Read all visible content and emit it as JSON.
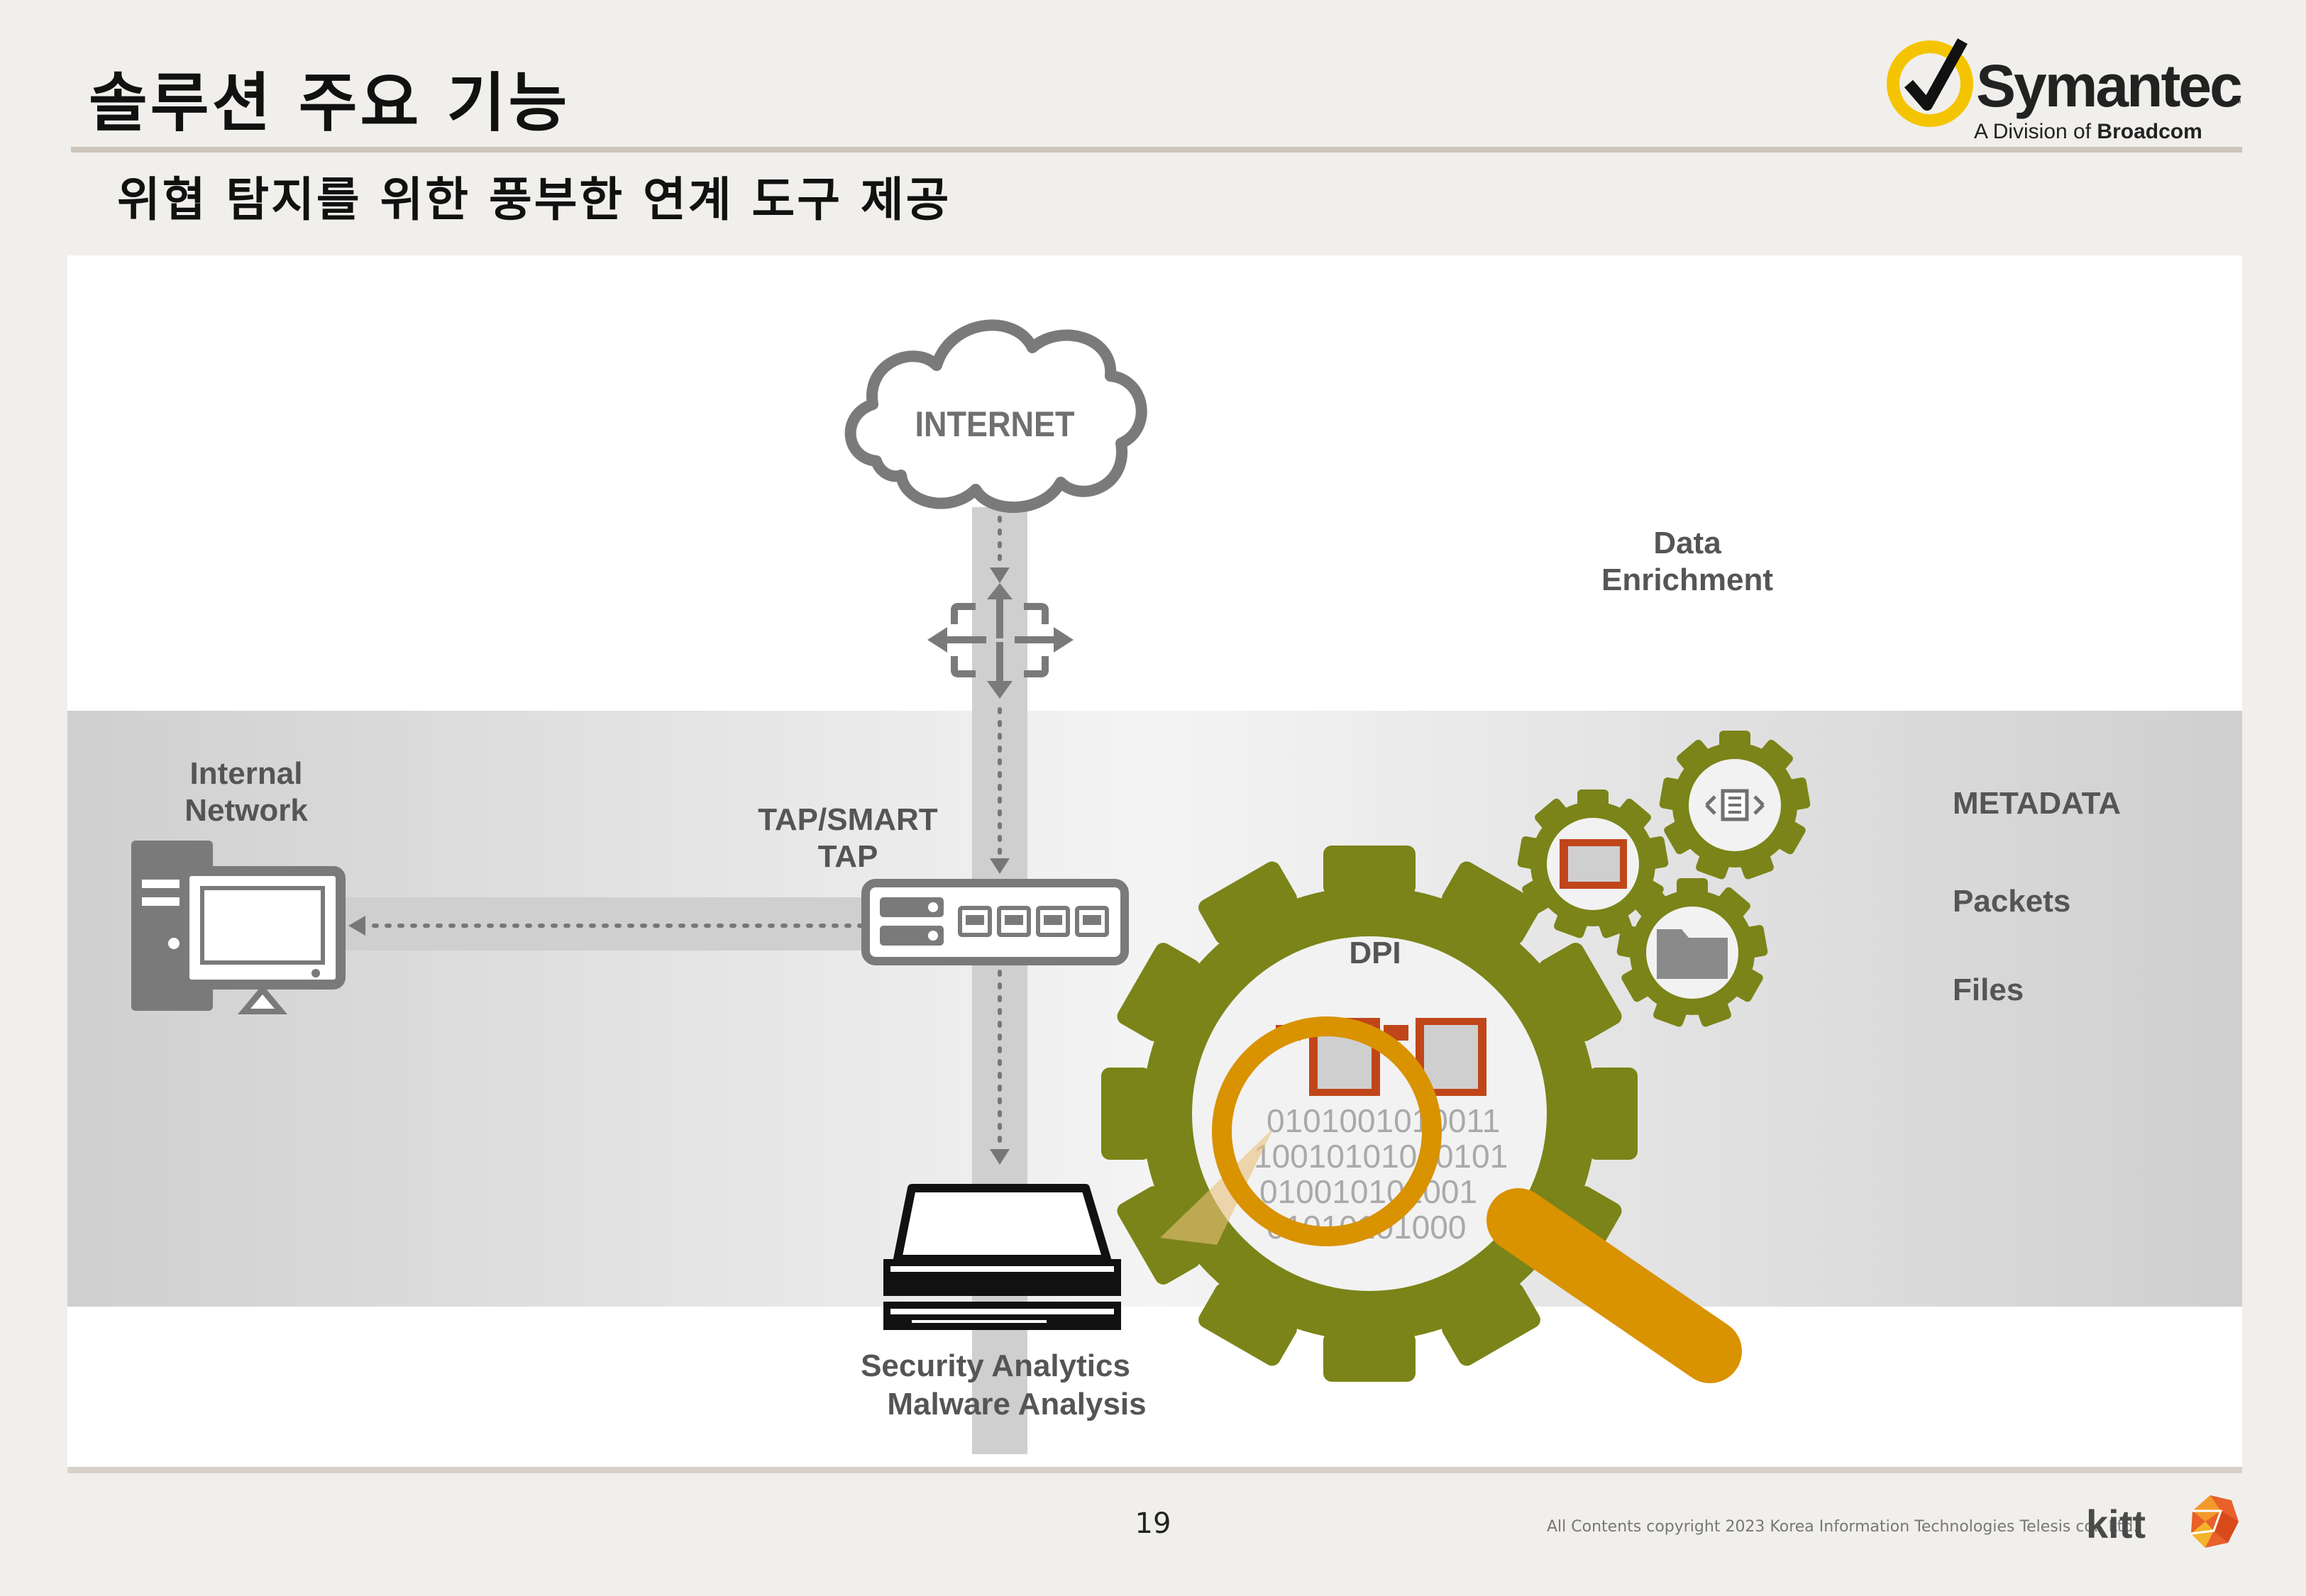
{
  "header": {
    "title": "솔루션 주요 기능",
    "subtitle": "위협 탐지를 위한 풍부한 연계 도구 제공"
  },
  "logo": {
    "brand": "Symantec",
    "tm": "™",
    "division_prefix": "A Division of ",
    "division_name": "Broadcom",
    "colors": {
      "check_circle": "#f5c400",
      "check": "#111111",
      "text": "#222222"
    }
  },
  "diagram": {
    "internet_label": "INTERNET",
    "data_enrichment": [
      "Data",
      "Enrichment"
    ],
    "internal_network": [
      "Internal",
      "Network"
    ],
    "tap": [
      "TAP/SMART",
      "TAP"
    ],
    "dpi": "DPI",
    "outputs": [
      "METADATA",
      "Packets",
      "Files"
    ],
    "appliance": [
      "Security Analytics",
      "Malware Analysis"
    ],
    "binary_lines": [
      "0101001010011",
      "10010101010101",
      "010010101001",
      "01010101000"
    ],
    "colors": {
      "gear": "#7a8418",
      "magnifier": "#d99200",
      "band": "#d9d9d9",
      "icon_gray": "#707070",
      "packet": "#c0461a"
    }
  },
  "footer": {
    "page_number": "19",
    "copyright": "All Contents copyright 2023 Korea Information Technologies Telesis co., Ltd.",
    "brand": "kitt"
  }
}
